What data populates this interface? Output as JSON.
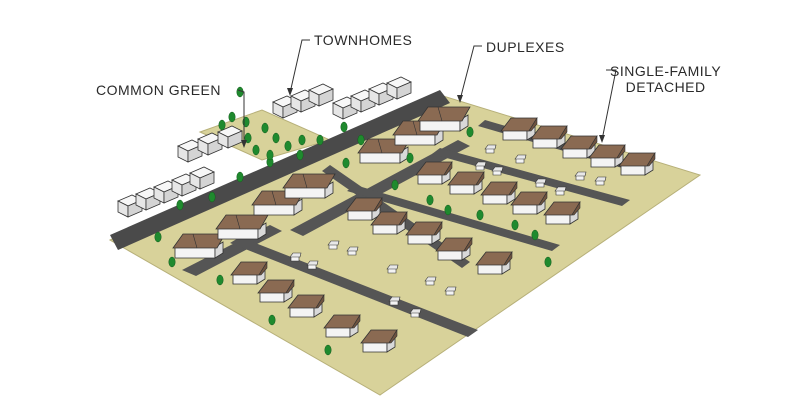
{
  "labels": {
    "townhomes": "TOWNHOMES",
    "duplexes": "DUPLEXES",
    "common_green": "COMMON GREEN",
    "single_family_line1": "SINGLE-FAMILY",
    "single_family_line2": "DETACHED"
  },
  "colors": {
    "lot": "#d8d29a",
    "lot_edge": "#b7b079",
    "road": "#4a4a4a",
    "roof": "#8a6a52",
    "roof_dark": "#6f533f",
    "wall": "#f4f4f4",
    "wall_shade": "#d9d9d9",
    "tree": "#1f8a2e",
    "outline": "#333333"
  }
}
